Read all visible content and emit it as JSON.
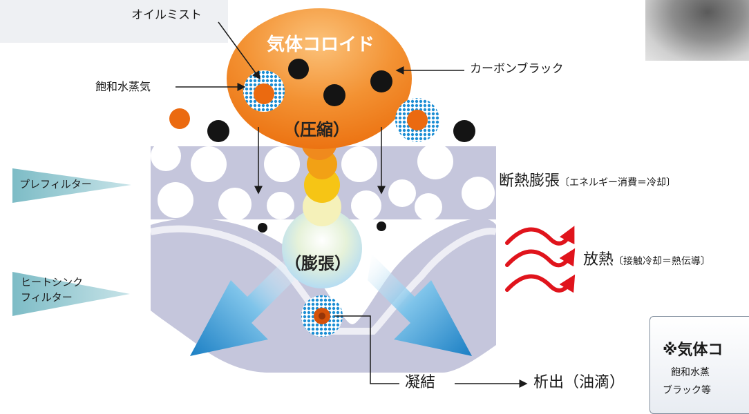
{
  "labels": {
    "oil_mist": "オイルミスト",
    "gas_colloid": "気体コロイド",
    "saturated_vapor": "飽和水蒸気",
    "carbon_black": "カーボンブラック",
    "compression": "（圧縮）",
    "prefilter": "プレフィルター",
    "heatsink_line1": "ヒートシンク",
    "heatsink_line2": "フィルター",
    "expansion": "（膨張）",
    "adiabatic_main": "断熱膨張",
    "adiabatic_note": "〔エネルギー消費＝冷却〕",
    "radiation_main": "放熱",
    "radiation_note": "〔接触冷却＝熱伝導〕",
    "condensation": "凝結",
    "precipitation": "析出（油滴）"
  },
  "note": {
    "title": "※気体コ",
    "line1": "飽和水蒸",
    "line2": "ブラック等"
  },
  "colors": {
    "filter_band": "#c5c6dc",
    "colloid_orange": "#f07d1c",
    "arrow_blue": "#1f8fd0",
    "heat_red": "#e0141c",
    "prefilter_teal": "#8cc6cf"
  }
}
